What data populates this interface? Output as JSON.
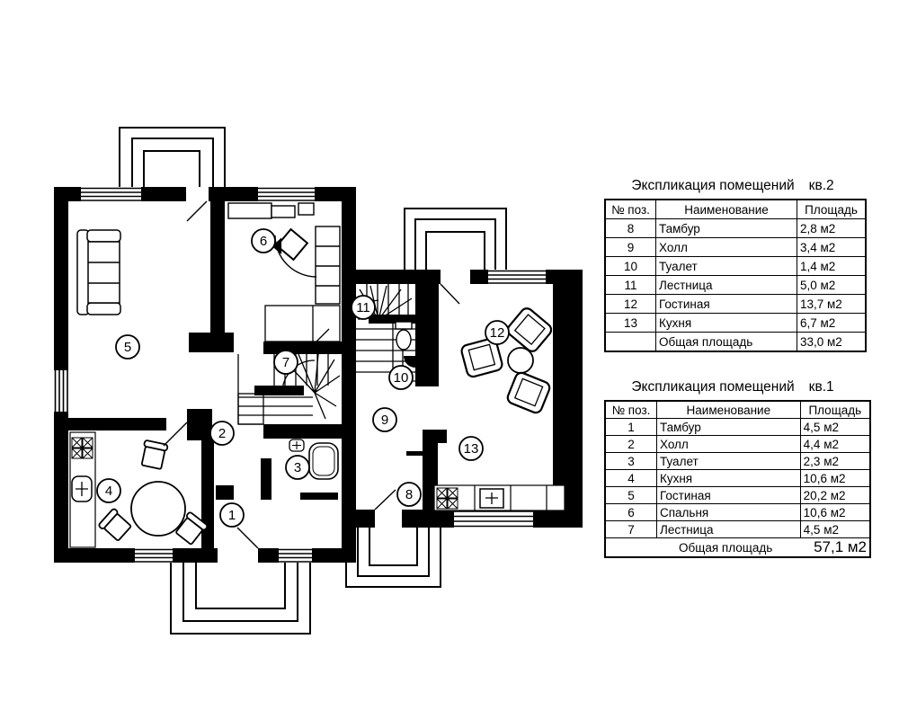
{
  "colors": {
    "ink": "#000000",
    "paper": "#ffffff"
  },
  "plan": {
    "room_labels": [
      "1",
      "2",
      "3",
      "4",
      "5",
      "6",
      "7",
      "8",
      "9",
      "10",
      "11",
      "12",
      "13"
    ]
  },
  "tables": [
    {
      "title": "Экспликация помещений",
      "unit": "кв.2",
      "columns": [
        "№ поз.",
        "Наименование",
        "Площадь"
      ],
      "rows": [
        [
          "8",
          "Тамбур",
          "2,8 м2"
        ],
        [
          "9",
          "Холл",
          "3,4 м2"
        ],
        [
          "10",
          "Туалет",
          "1,4 м2"
        ],
        [
          "11",
          "Лестница",
          "5,0 м2"
        ],
        [
          "12",
          "Гостиная",
          "13,7 м2"
        ],
        [
          "13",
          "Кухня",
          "6,7 м2"
        ]
      ],
      "total_label": "Общая площадь",
      "total_value": "33,0 м2"
    },
    {
      "title": "Экспликация помещений",
      "unit": "кв.1",
      "columns": [
        "№ поз.",
        "Наименование",
        "Площадь"
      ],
      "rows": [
        [
          "1",
          "Тамбур",
          "4,5 м2"
        ],
        [
          "2",
          "Холл",
          "4,4 м2"
        ],
        [
          "3",
          "Туалет",
          "2,3 м2"
        ],
        [
          "4",
          "Кухня",
          "10,6 м2"
        ],
        [
          "5",
          "Гостиная",
          "20,2 м2"
        ],
        [
          "6",
          "Спальня",
          "10,6 м2"
        ],
        [
          "7",
          "Лестница",
          "4,5 м2"
        ]
      ],
      "total_label": "Общая площадь",
      "total_value": "57,1 м2"
    }
  ]
}
